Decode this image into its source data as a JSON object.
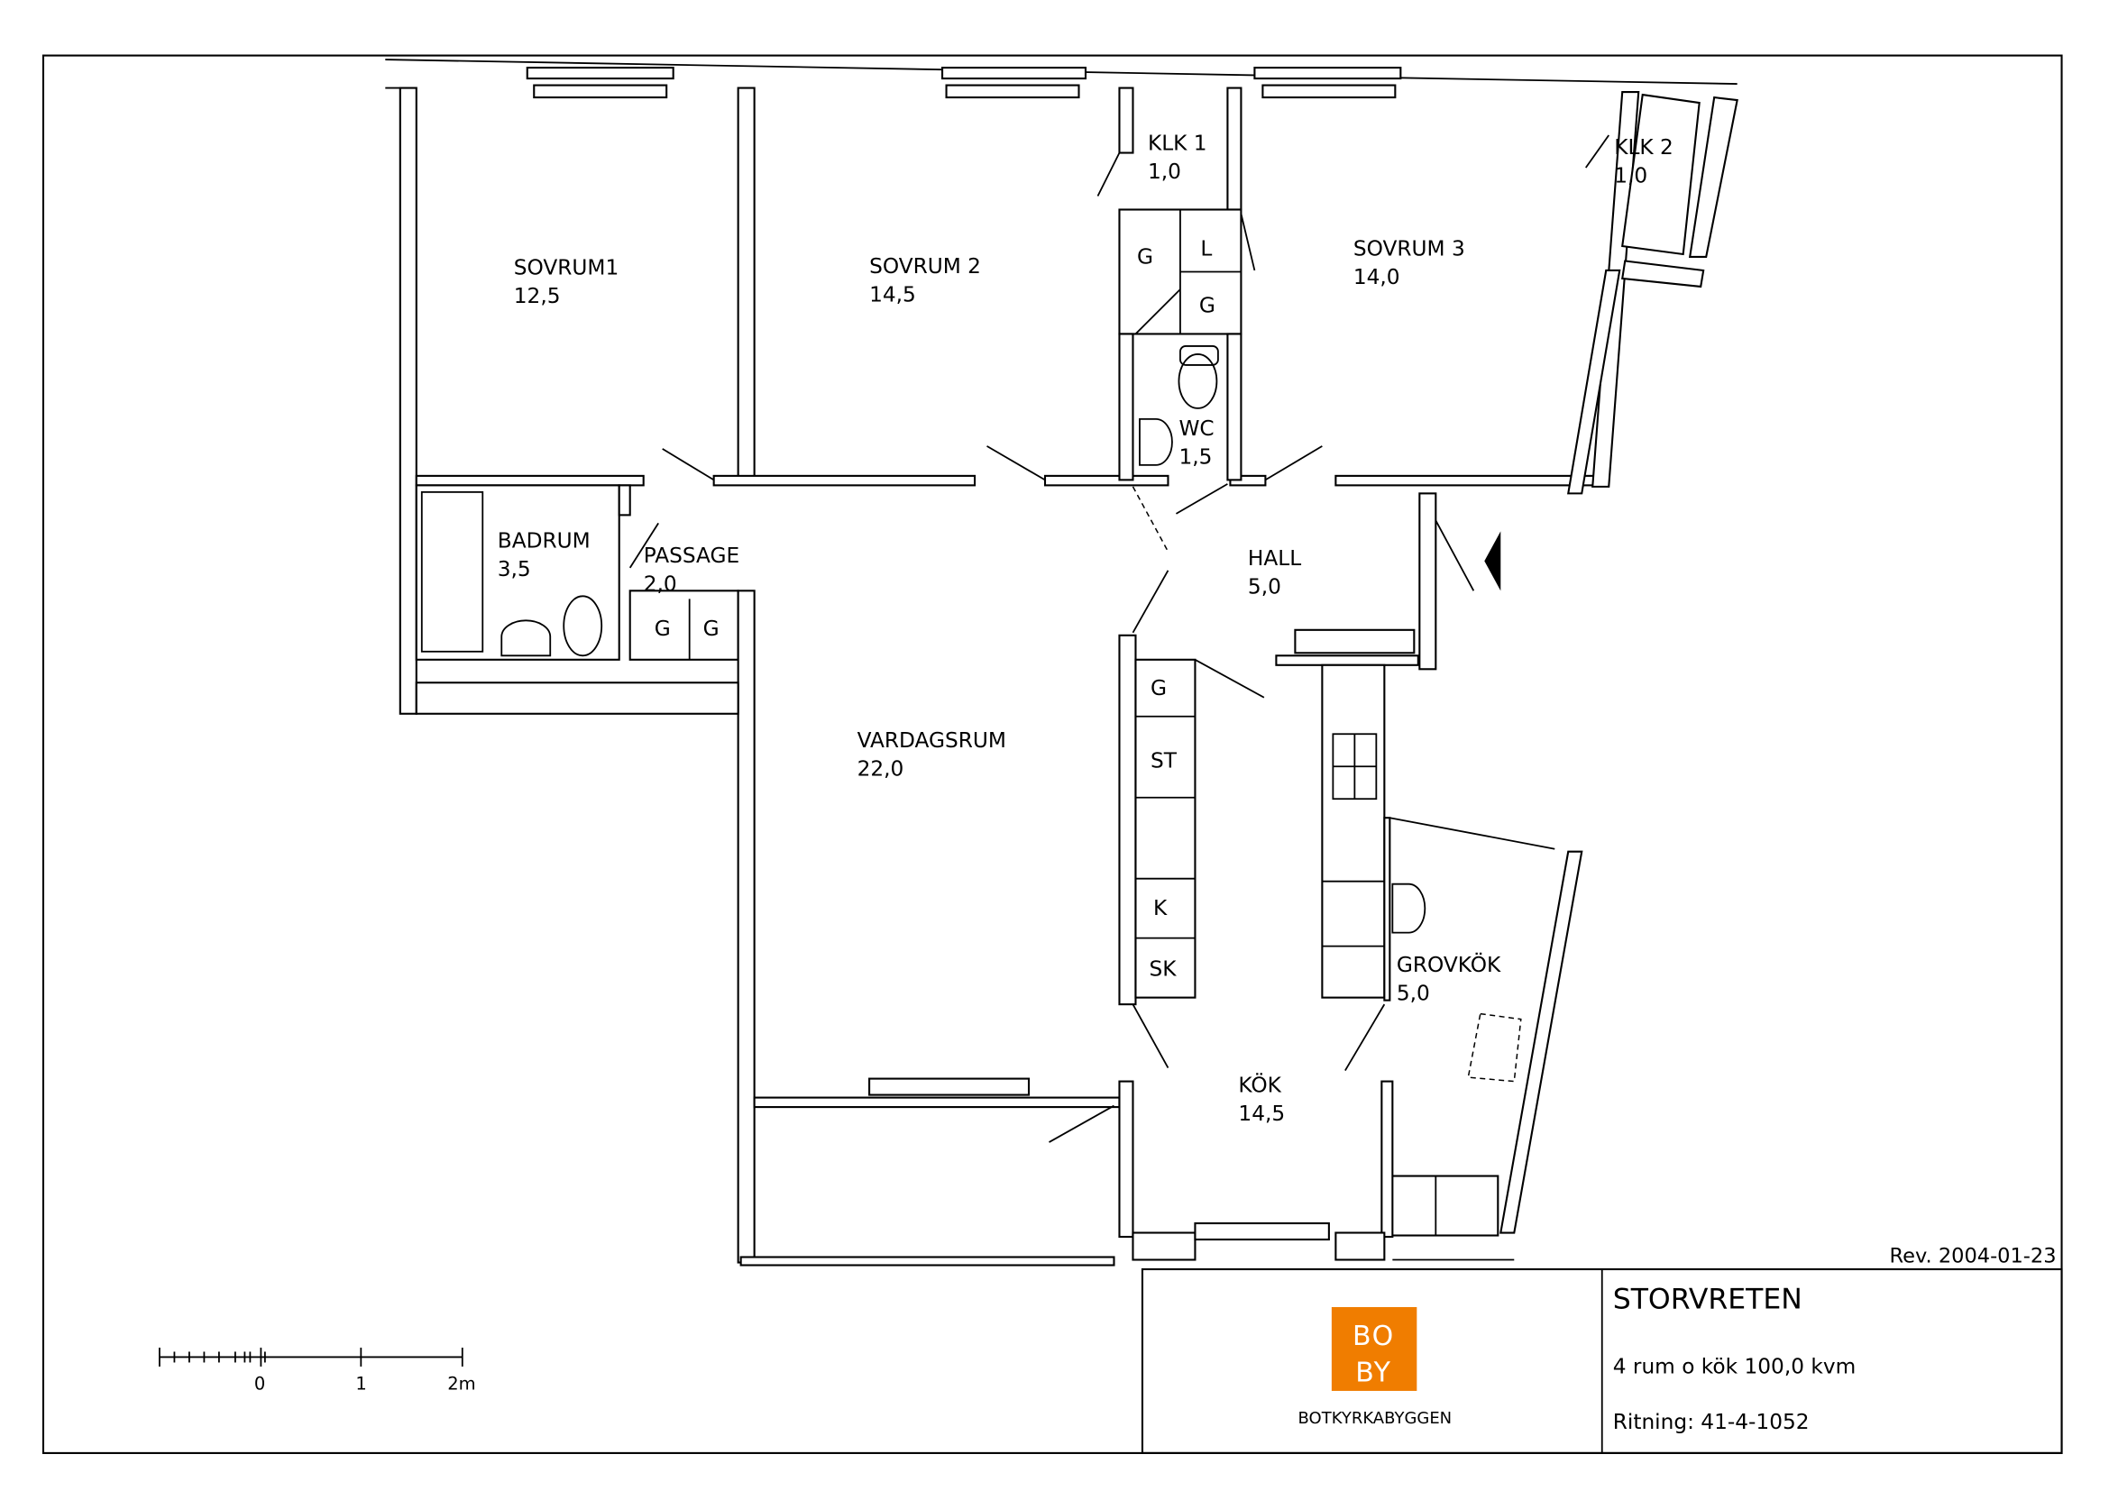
{
  "rooms": [
    {
      "name": "SOVRUM1",
      "area": "12,5"
    },
    {
      "name": "SOVRUM 2",
      "area": "14,5"
    },
    {
      "name": "KLK 1",
      "area": "1,0"
    },
    {
      "name": "SOVRUM 3",
      "area": "14,0"
    },
    {
      "name": "KLK 2",
      "area": "1,0"
    },
    {
      "name": "WC",
      "area": "1,5"
    },
    {
      "name": "BADRUM",
      "area": "3,5"
    },
    {
      "name": "PASSAGE",
      "area": "2,0"
    },
    {
      "name": "HALL",
      "area": "5,0"
    },
    {
      "name": "VARDAGSRUM",
      "area": "22,0"
    },
    {
      "name": "GROVKÖK",
      "area": "5,0"
    },
    {
      "name": "KÖK",
      "area": "14,5"
    }
  ],
  "fixtures": {
    "g": "G",
    "l": "L",
    "st": "ST",
    "k": "K",
    "sk": "SK"
  },
  "scale": {
    "labels": [
      "0",
      "1",
      "2m"
    ]
  },
  "title_block": {
    "revision": "Rev. 2004-01-23",
    "project": "STORVRETEN",
    "description": "4 rum o kök 100,0 kvm",
    "drawing": "Ritning: 41-4-1052",
    "company": "BOTKYRKABYGGEN",
    "logo_text": "BO BY",
    "logo_color": "#f07d00"
  }
}
